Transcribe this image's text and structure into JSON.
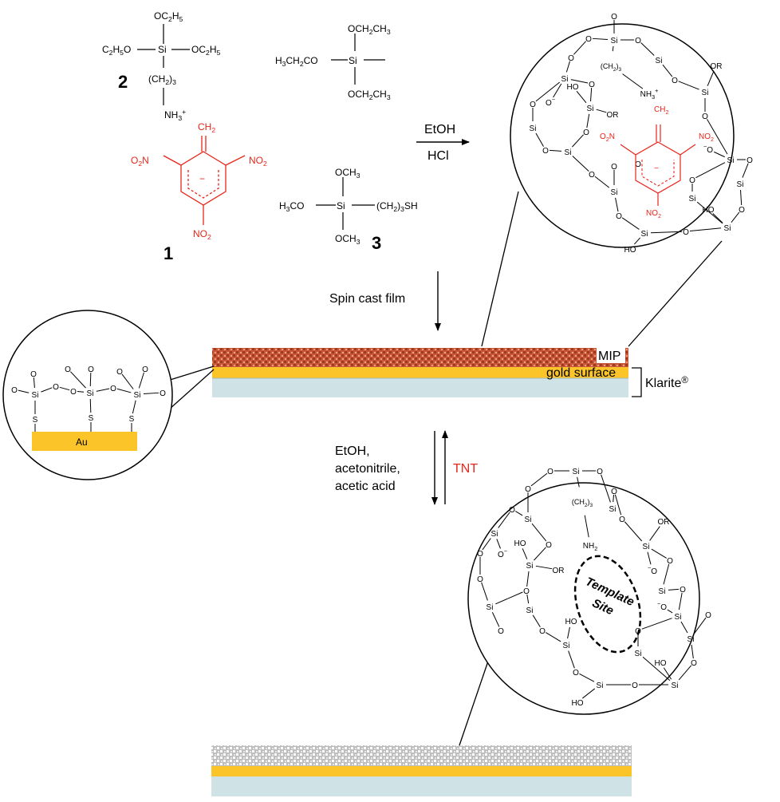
{
  "colors": {
    "red": "#e8251a",
    "gold": "#fbc52a",
    "glass": "#cfe3e6",
    "mip_base": "#c9583a",
    "mip_dot": "#a33a1e",
    "empty_base": "#cfcfcf",
    "empty_dot": "#ffffff"
  },
  "compounds": {
    "c2": {
      "number": "2",
      "oc2h5": "OC2H5",
      "c2h5o": "C2H5O",
      "si": "Si",
      "ch2_3": "(CH2)3",
      "nh3": "NH3+"
    },
    "c1": {
      "number": "1",
      "ch2": "CH2",
      "o2n": "O2N",
      "no2": "NO2",
      "minus": "−"
    },
    "c3": {
      "number": "3",
      "och3": "OCH3",
      "h3co": "H3CO",
      "si": "Si",
      "ch2_3sh": "(CH2)3SH"
    },
    "cx": {
      "och2ch3": "OCH2CH3",
      "h3ch2co": "H3CH2CO",
      "si": "Si"
    }
  },
  "labels": {
    "etoh": "EtOH",
    "hcl": "HCl",
    "spin_cast": "Spin cast film",
    "mip": "MIP",
    "gold_surface": "gold surface",
    "klarite": "Klarite®",
    "removal_1": "EtOH,",
    "removal_2": "acetonitrile,",
    "removal_3": "acetic acid",
    "tnt": "TNT",
    "au": "Au",
    "template_1": "Template",
    "template_2": "Site"
  },
  "atoms": {
    "si": "Si",
    "o": "O",
    "s": "S",
    "or": "OR",
    "ho": "HO",
    "o_minus": "O−",
    "minus_o": "−O",
    "ch2_3": "(CH2)3",
    "nh3": "NH3+",
    "nh2": "NH2",
    "ch2": "CH2",
    "o2n": "O2N",
    "no2": "NO2",
    "minus": "−"
  }
}
